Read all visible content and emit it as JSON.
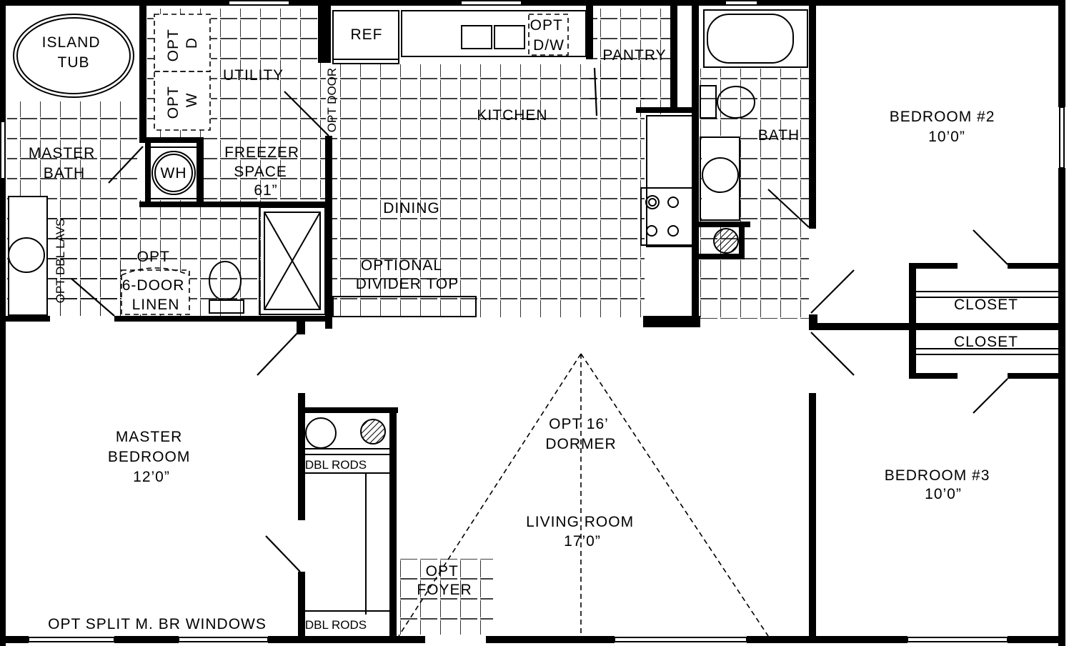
{
  "labels": {
    "island_tub": [
      "ISLAND",
      "TUB"
    ],
    "opt_d": [
      "OPT",
      "D"
    ],
    "opt_w": [
      "OPT",
      "W"
    ],
    "utility": "UTILITY",
    "ref": "REF",
    "opt_dw": [
      "OPT",
      "D/W"
    ],
    "pantry": "PANTRY",
    "opt_door": "OPT DOOR",
    "kitchen": "KITCHEN",
    "master_bath": [
      "MASTER",
      "BATH"
    ],
    "wh": "WH",
    "freezer": [
      "FREEZER",
      "SPACE",
      "61”"
    ],
    "dining": "DINING",
    "bath": "BATH",
    "bedroom2": [
      "BEDROOM  #2",
      "10’0”"
    ],
    "opt_dbl_lavs": "OPT DBL LAVS",
    "opt_linen": [
      "OPT",
      "6-DOOR",
      "LINEN"
    ],
    "optional_divider": [
      "OPTIONAL",
      "DIVIDER TOP"
    ],
    "closet_upper": "CLOSET",
    "closet_lower": "CLOSET",
    "master_bedroom": [
      "MASTER",
      "BEDROOM",
      "12’0”"
    ],
    "dbl_rods_upper": "DBL RODS",
    "dbl_rods_lower": "DBL RODS",
    "opt_dormer": [
      "OPT  16’",
      "DORMER"
    ],
    "living_room": [
      "LIVING  ROOM",
      "17’0”"
    ],
    "opt_foyer": [
      "OPT",
      "FOYER"
    ],
    "bedroom3": [
      "BEDROOM  #3",
      "10’0”"
    ],
    "opt_split_windows": "OPT  SPLIT  M.  BR  WINDOWS"
  }
}
